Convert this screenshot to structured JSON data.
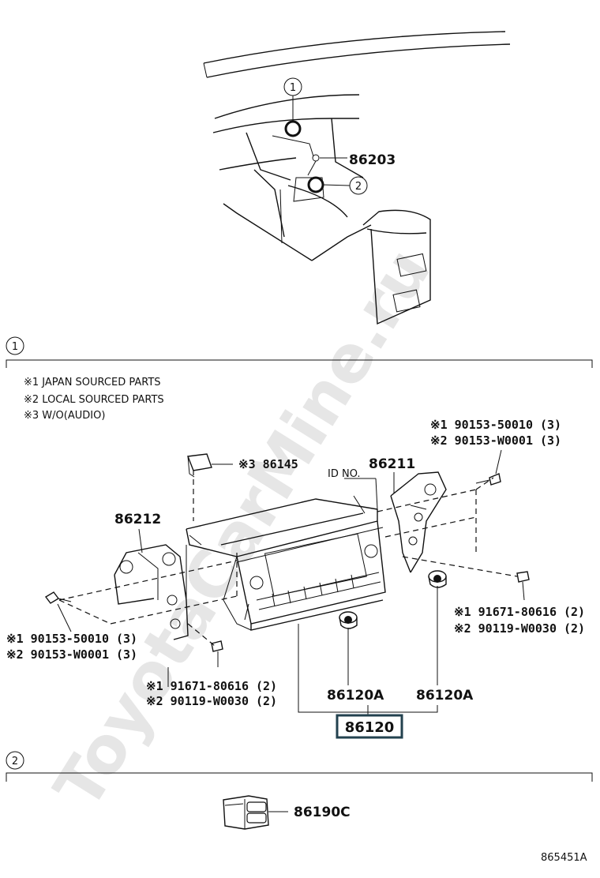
{
  "watermark": "ToyotaCarMine.ru",
  "callouts": {
    "c1": "1",
    "c2": "2"
  },
  "top": {
    "part_86203": "86203"
  },
  "section1": {
    "marker": "1",
    "notes": [
      "※1 JAPAN SOURCED PARTS",
      "※2 LOCAL SOURCED PARTS",
      "※3 W/O(AUDIO)"
    ],
    "parts": {
      "p86145": "※3 86145",
      "id_no": "ID NO.",
      "p86211": "86211",
      "p86212": "86212",
      "bolt_tr_1": "※1 90153-50010 (3)",
      "bolt_tr_2": "※2 90153-W0001 (3)",
      "bolt_l_1": "※1 90153-50010 (3)",
      "bolt_l_2": "※2 90153-W0001 (3)",
      "screw_r_1": "※1  91671-80616 (2)",
      "screw_r_2": "※2  90119-W0030 (2)",
      "screw_m_1": "※1  91671-80616 (2)",
      "screw_m_2": "※2  90119-W0030 (2)",
      "knob_a": "86120A",
      "knob_b": "86120A",
      "assembly": "86120"
    }
  },
  "section2": {
    "marker": "2",
    "part": "86190C"
  },
  "figure_code": "865451A"
}
